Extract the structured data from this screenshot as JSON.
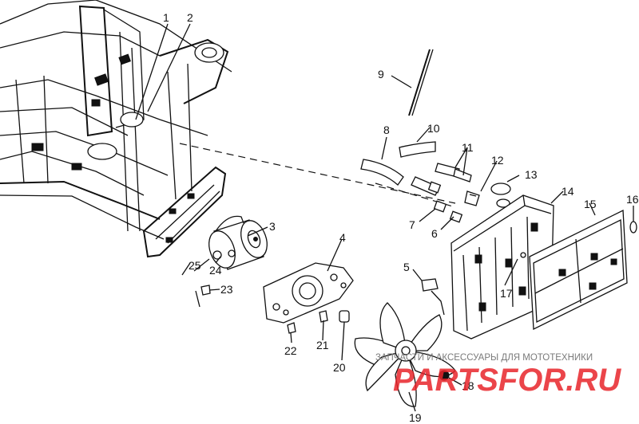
{
  "diagram": {
    "callouts": [
      {
        "id": "1",
        "text": "1"
      },
      {
        "id": "2",
        "text": "2"
      },
      {
        "id": "3",
        "text": "3"
      },
      {
        "id": "4",
        "text": "4"
      },
      {
        "id": "5",
        "text": "5"
      },
      {
        "id": "6",
        "text": "6"
      },
      {
        "id": "7",
        "text": "7"
      },
      {
        "id": "8",
        "text": "8"
      },
      {
        "id": "9",
        "text": "9"
      },
      {
        "id": "10",
        "text": "10"
      },
      {
        "id": "11",
        "text": "11"
      },
      {
        "id": "12",
        "text": "12"
      },
      {
        "id": "13",
        "text": "13"
      },
      {
        "id": "14",
        "text": "14"
      },
      {
        "id": "15",
        "text": "15"
      },
      {
        "id": "16",
        "text": "16"
      },
      {
        "id": "17",
        "text": "17"
      },
      {
        "id": "18",
        "text": "18"
      },
      {
        "id": "19",
        "text": "19"
      },
      {
        "id": "20",
        "text": "20"
      },
      {
        "id": "21",
        "text": "21"
      },
      {
        "id": "22",
        "text": "22"
      },
      {
        "id": "23",
        "text": "23"
      },
      {
        "id": "24",
        "text": "24"
      },
      {
        "id": "25",
        "text": "25"
      }
    ]
  },
  "watermark": {
    "line1": "ЗАПЧАСТИ И АКСЕССУАРЫ ДЛЯ МОТОТЕХНИКИ",
    "line2": "PARTSFOR.RU",
    "color": "#e8242a"
  }
}
